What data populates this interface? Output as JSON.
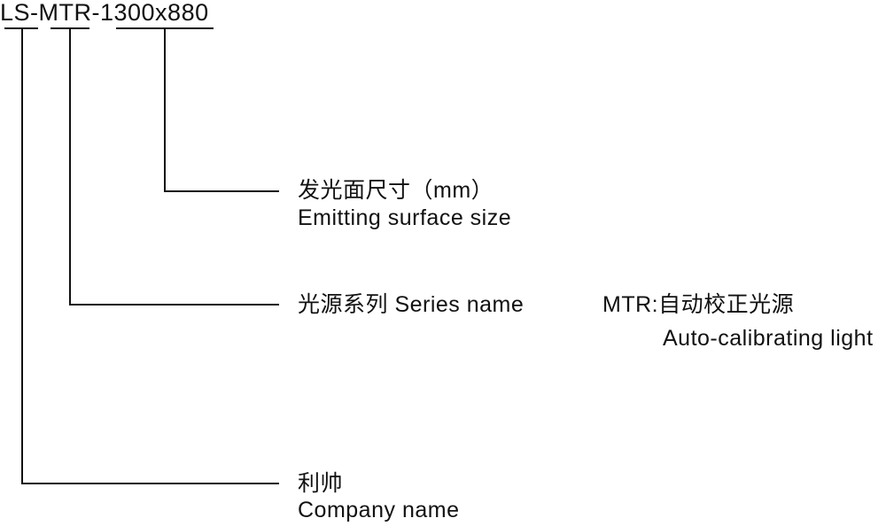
{
  "model_code": "LS-MTR-1300x880",
  "size": {
    "zh": "发光面尺寸（mm）",
    "en": "Emitting surface size"
  },
  "series": {
    "label": "光源系列 Series name",
    "value_zh": "MTR:自动校正光源",
    "value_en": "Auto-calibrating light"
  },
  "company": {
    "zh": "利帅",
    "en": "Company name"
  }
}
